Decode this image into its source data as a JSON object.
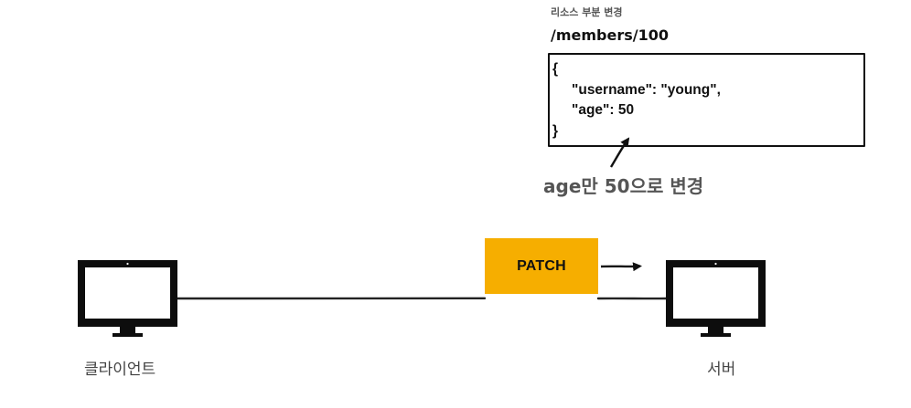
{
  "section_label": "리소스 부분 변경",
  "resource_path": "/members/100",
  "request_body": {
    "open": "{",
    "line_username": "\"username\": \"young\",",
    "line_age_key": "\"age\": ",
    "line_age_value": "50",
    "close": "}"
  },
  "annotation": "age만 50으로 변경",
  "method": "PATCH",
  "nodes": {
    "client": "클라이언트",
    "server": "서버"
  },
  "colors": {
    "method_fill": "#f6ae00",
    "stroke": "#111111",
    "annotation_text": "#555555"
  }
}
